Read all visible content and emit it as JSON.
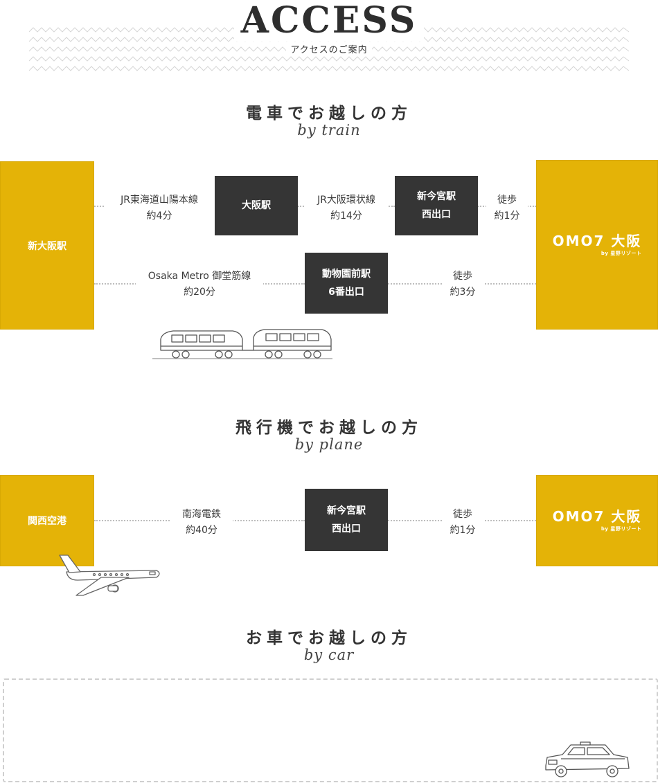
{
  "header": {
    "title": "ACCESS",
    "subtitle": "アクセスのご案内"
  },
  "train": {
    "title": "電車でお越しの方",
    "subtitle": "by train",
    "origin": "新大阪駅",
    "osaka_station": "大阪駅",
    "shinimamiya_line1": "新今宮駅",
    "shinimamiya_line2": "西出口",
    "dobutsuen_line1": "動物園前駅",
    "dobutsuen_line2": "6番出口",
    "route1_line": "JR東海道山陽本線",
    "route1_time": "約4分",
    "route2_line": "JR大阪環状線",
    "route2_time": "約14分",
    "route3_line": "徒歩",
    "route3_time": "約1分",
    "route4_line": "Osaka Metro 御堂筋線",
    "route4_time": "約20分",
    "route5_line": "徒歩",
    "route5_time": "約3分",
    "destination_main": "OMO7 大阪",
    "destination_sub": "by 星野リゾート"
  },
  "plane": {
    "title": "飛行機でお越しの方",
    "subtitle": "by plane",
    "origin": "関西空港",
    "station_line1": "新今宮駅",
    "station_line2": "西出口",
    "route1_line": "南海電鉄",
    "route1_time": "約40分",
    "route2_line": "徒歩",
    "route2_time": "約1分",
    "destination_main": "OMO7 大阪",
    "destination_sub": "by 星野リゾート"
  },
  "car": {
    "title": "お車でお越しの方",
    "subtitle": "by car"
  },
  "colors": {
    "accent_yellow": "#e4b307",
    "station_dark": "#353535"
  }
}
